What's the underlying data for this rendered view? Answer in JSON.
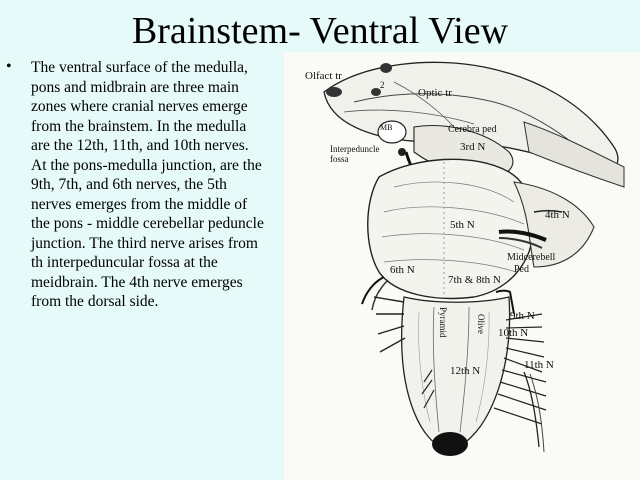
{
  "slide": {
    "title": "Brainstem- Ventral View",
    "bullet_symbol": "•",
    "bullet_lines": [
      "The ventral surface of the medulla,",
      "pons and midbrain are three main",
      "zones where cranial nerves emerge",
      "from the brainstem.  In the medulla",
      "are the 12th, 11th, and 10th nerves.",
      "At the pons-medulla junction,  are the",
      "9th, 7th, and 6th nerves,  the 5th",
      "nerves emerges from the middle of",
      "the pons - middle cerebellar peduncle",
      "junction.  The third nerve arises from",
      "th interpeduncular fossa at the",
      "meidbrain.  The 4th nerve emerges",
      "from the dorsal side."
    ]
  },
  "figure": {
    "labels": {
      "olfact": "Olfact  tr",
      "two": "2",
      "optic": "Optic tr",
      "mb": "MB",
      "cerebra_ped": "Cerebra ped",
      "interpeduncle": "Interpeduncle",
      "fossa": "fossa",
      "third": "3rd N",
      "fifth": "5th N",
      "fourth": "4th N",
      "sixth": "6th N",
      "seventh_eighth": "7th & 8th N",
      "midcerebell": "Midcerebell",
      "ped": "Ped",
      "pyramid": "Pyramid",
      "olive": "Olive",
      "ninth": "9th N",
      "tenth": "10th N",
      "eleventh": "11th N",
      "twelfth": "12th N"
    }
  }
}
